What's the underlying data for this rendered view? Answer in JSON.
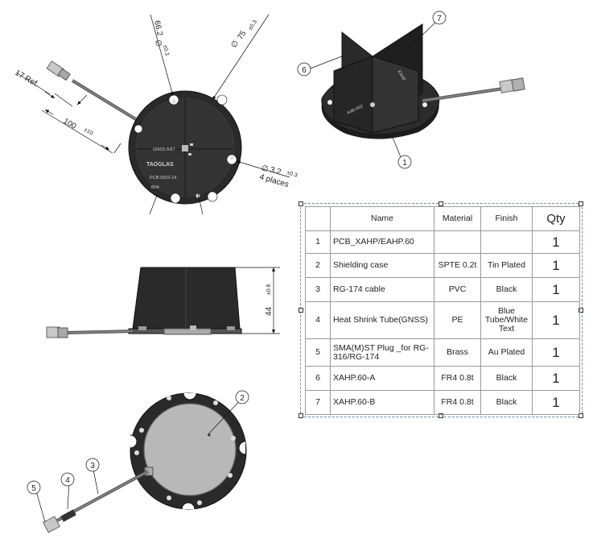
{
  "dimensions": {
    "dia_pcb": "66.2",
    "dia_pcb_tol": "±0.3",
    "dia_shield": "75",
    "dia_shield_tol": "±0.3",
    "cable_ref": "17 Ref.",
    "cable_len": "100",
    "cable_len_tol": "±10",
    "hole_dia": "3.2",
    "hole_tol": "±0.3",
    "hole_places": "4 places",
    "height": "44",
    "height_tol": "±0.6",
    "dia_symbol": "∅"
  },
  "pcb_marks": {
    "brand": "TAOGLAS",
    "gnss": "GNSS ANT",
    "part": "PCB-0002-14",
    "rev": "B04"
  },
  "balloons": [
    "1",
    "2",
    "3",
    "4",
    "5",
    "6",
    "7"
  ],
  "bom": {
    "headers": [
      "",
      "Name",
      "Material",
      "Finish",
      "Qty"
    ],
    "rows": [
      {
        "no": "1",
        "name": "PCB_XAHP/EAHP.60",
        "material": "",
        "finish": "",
        "qty": "1"
      },
      {
        "no": "2",
        "name": "Shielding case",
        "material": "SPTE 0.2t",
        "finish": "Tin Plated",
        "qty": "1"
      },
      {
        "no": "3",
        "name": "RG-174 cable",
        "material": "PVC",
        "finish": "Black",
        "qty": "1"
      },
      {
        "no": "4",
        "name": "Heat Shrink Tube(GNSS)",
        "material": "PE",
        "finish": "Blue Tube/White Text",
        "qty": "1"
      },
      {
        "no": "5",
        "name": "SMA(M)ST Plug _for RG-316/RG-174",
        "material": "Brass",
        "finish": "Au Plated",
        "qty": "1"
      },
      {
        "no": "6",
        "name": "XAHP.60-A",
        "material": "FR4 0.8t",
        "finish": "Black",
        "qty": "1"
      },
      {
        "no": "7",
        "name": "XAHP.60-B",
        "material": "FR4 0.8t",
        "finish": "Black",
        "qty": "1"
      }
    ]
  }
}
